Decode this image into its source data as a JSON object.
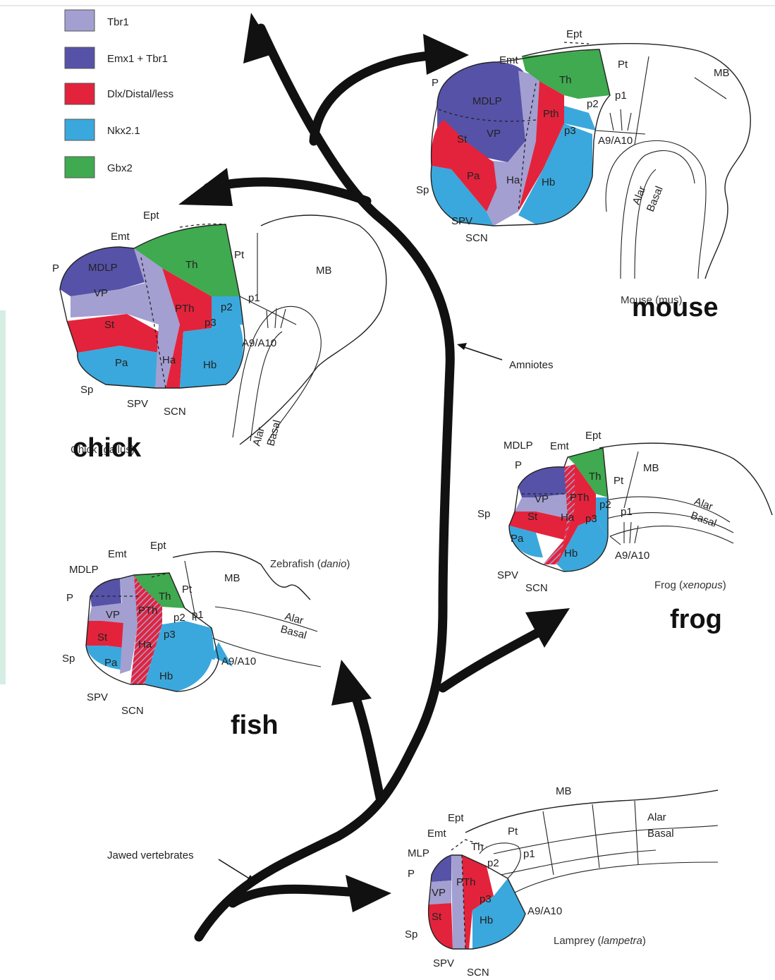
{
  "legend": [
    {
      "label": "Tbr1",
      "color": "#a39fd1"
    },
    {
      "label": "Emx1 + Tbr1",
      "color": "#5652a8"
    },
    {
      "label": "Dlx/Distal/less",
      "color": "#e3233b"
    },
    {
      "label": "Nkx2.1",
      "color": "#3aa8dc"
    },
    {
      "label": "Gbx2",
      "color": "#3faa4f"
    }
  ],
  "annotations": {
    "amniotes": "Amniotes",
    "jawed": "Jawed vertebrates"
  },
  "species": {
    "mouse": {
      "big": "mouse",
      "small": "Mouse (mus)"
    },
    "chick": {
      "big": "chick",
      "small": "Chick (gallus)"
    },
    "frog": {
      "big": "frog",
      "name": "Frog",
      "latin": "xenopus"
    },
    "fish": {
      "big": "fish",
      "name": "Zebrafish",
      "latin": "danio"
    },
    "lamprey": {
      "name": "Lamprey",
      "latin": "lampetra"
    }
  },
  "regions": {
    "ept": "Ept",
    "emt": "Emt",
    "pt": "Pt",
    "mb": "MB",
    "th": "Th",
    "p": "P",
    "mdlp": "MDLP",
    "mlp": "MLP",
    "vp": "VP",
    "st": "St",
    "pa": "Pa",
    "sp": "Sp",
    "spv": "SPV",
    "scn": "SCN",
    "ha": "Ha",
    "hb": "Hb",
    "pth_mouse": "Pth",
    "pth": "PTh",
    "p1": "p1",
    "p2": "p2",
    "p3": "p3",
    "a9a10": "A9/A10",
    "alar": "Alar",
    "basal": "Basal"
  }
}
